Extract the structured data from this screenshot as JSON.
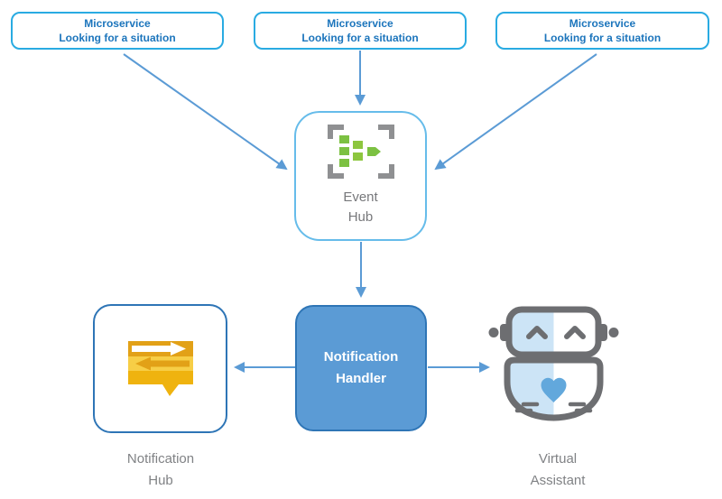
{
  "diagram": {
    "nodes": {
      "microservices": [
        {
          "line1": "Microservice",
          "line2": "Looking for a situation"
        },
        {
          "line1": "Microservice",
          "line2": "Looking for a situation"
        },
        {
          "line1": "Microservice",
          "line2": "Looking for a situation"
        }
      ],
      "event_hub": {
        "line1": "Event",
        "line2": "Hub"
      },
      "notification_handler": {
        "line1": "Notification",
        "line2": "Handler"
      },
      "notification_hub": {
        "line1": "Notification",
        "line2": "Hub"
      },
      "virtual_assistant": {
        "line1": "Virtual",
        "line2": "Assistant"
      }
    },
    "icons": {
      "event_hub": "event-hub-icon",
      "notification_hub": "notification-hub-icon",
      "virtual_assistant": "virtual-assistant-robot-icon"
    },
    "connections": [
      {
        "from": "microservice-1",
        "to": "event-hub"
      },
      {
        "from": "microservice-2",
        "to": "event-hub"
      },
      {
        "from": "microservice-3",
        "to": "event-hub"
      },
      {
        "from": "event-hub",
        "to": "notification-handler"
      },
      {
        "from": "notification-handler",
        "to": "notification-hub"
      },
      {
        "from": "notification-handler",
        "to": "virtual-assistant"
      }
    ],
    "colors": {
      "microservice_border": "#29ABE2",
      "microservice_text": "#1C75BC",
      "event_hub_border": "#66BCEA",
      "node_label_gray": "#77787B",
      "handler_fill": "#5B9BD5",
      "handler_border": "#2E75B6",
      "handler_text": "#FFFFFF",
      "notification_hub_border": "#2E75B6",
      "arrow": "#5B9BD5",
      "icon_green": "#7CC142",
      "icon_frame_gray": "#8F9092",
      "icon_gold_dark": "#E2A117",
      "icon_gold_light": "#F7CE46",
      "icon_gold": "#EFB30F",
      "robot_gray": "#6D6E71",
      "robot_blue_light": "#CCE4F6",
      "robot_heart": "#62A8DC"
    }
  }
}
